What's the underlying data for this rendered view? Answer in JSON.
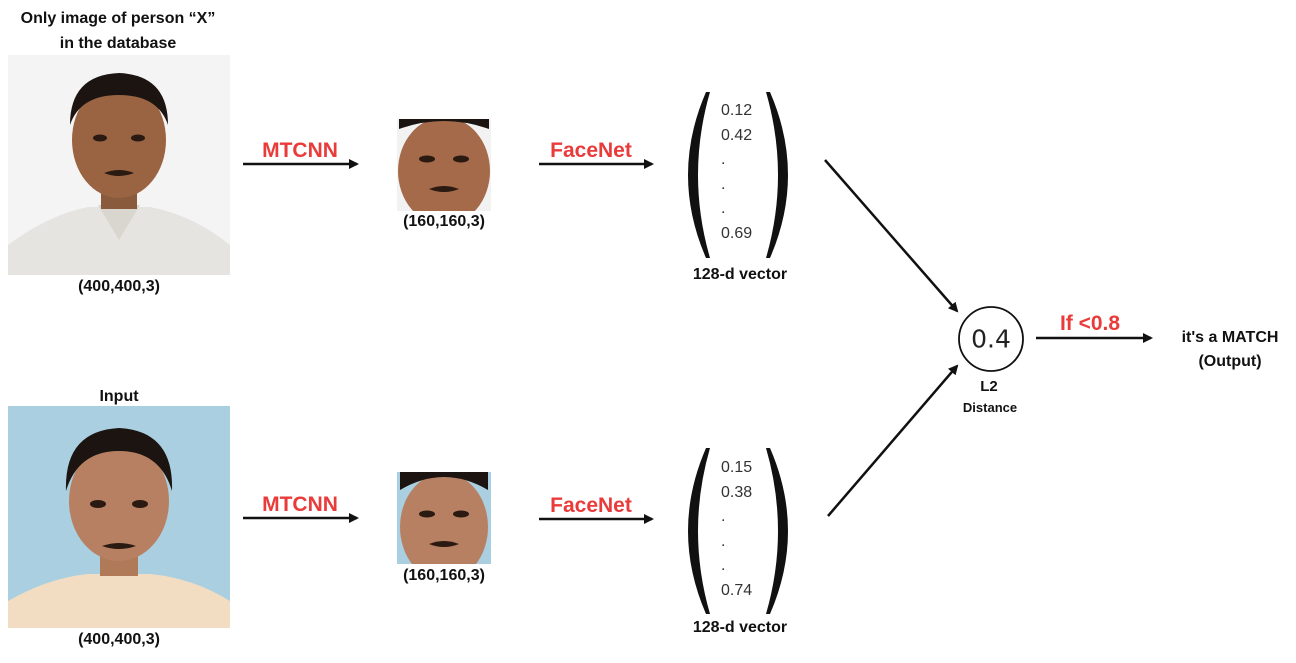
{
  "top": {
    "caption_line1": "Only image of person “X”",
    "caption_line2": "in the database",
    "full_size": "(400,400,3)",
    "detector": "MTCNN",
    "crop_size": "(160,160,3)",
    "encoder": "FaceNet",
    "vector": [
      "0.12",
      "0.42",
      ".",
      ".",
      ".",
      "0.69"
    ],
    "vector_label": "128-d vector"
  },
  "bottom": {
    "caption": "Input",
    "full_size": "(400,400,3)",
    "detector": "MTCNN",
    "crop_size": "(160,160,3)",
    "encoder": "FaceNet",
    "vector": [
      "0.15",
      "0.38",
      ".",
      ".",
      ".",
      "0.74"
    ],
    "vector_label": "128-d vector"
  },
  "distance": {
    "value": "0.4",
    "label_line1": "L2",
    "label_line2": "Distance",
    "threshold": "If <0.8"
  },
  "output": {
    "line1": "it's  a MATCH",
    "line2": "(Output)"
  },
  "colors": {
    "accent": "#ea3b3b",
    "text": "#111111",
    "top_photo_bg": "#f4f4f4",
    "bottom_photo_bg": "#a9cfe0"
  }
}
